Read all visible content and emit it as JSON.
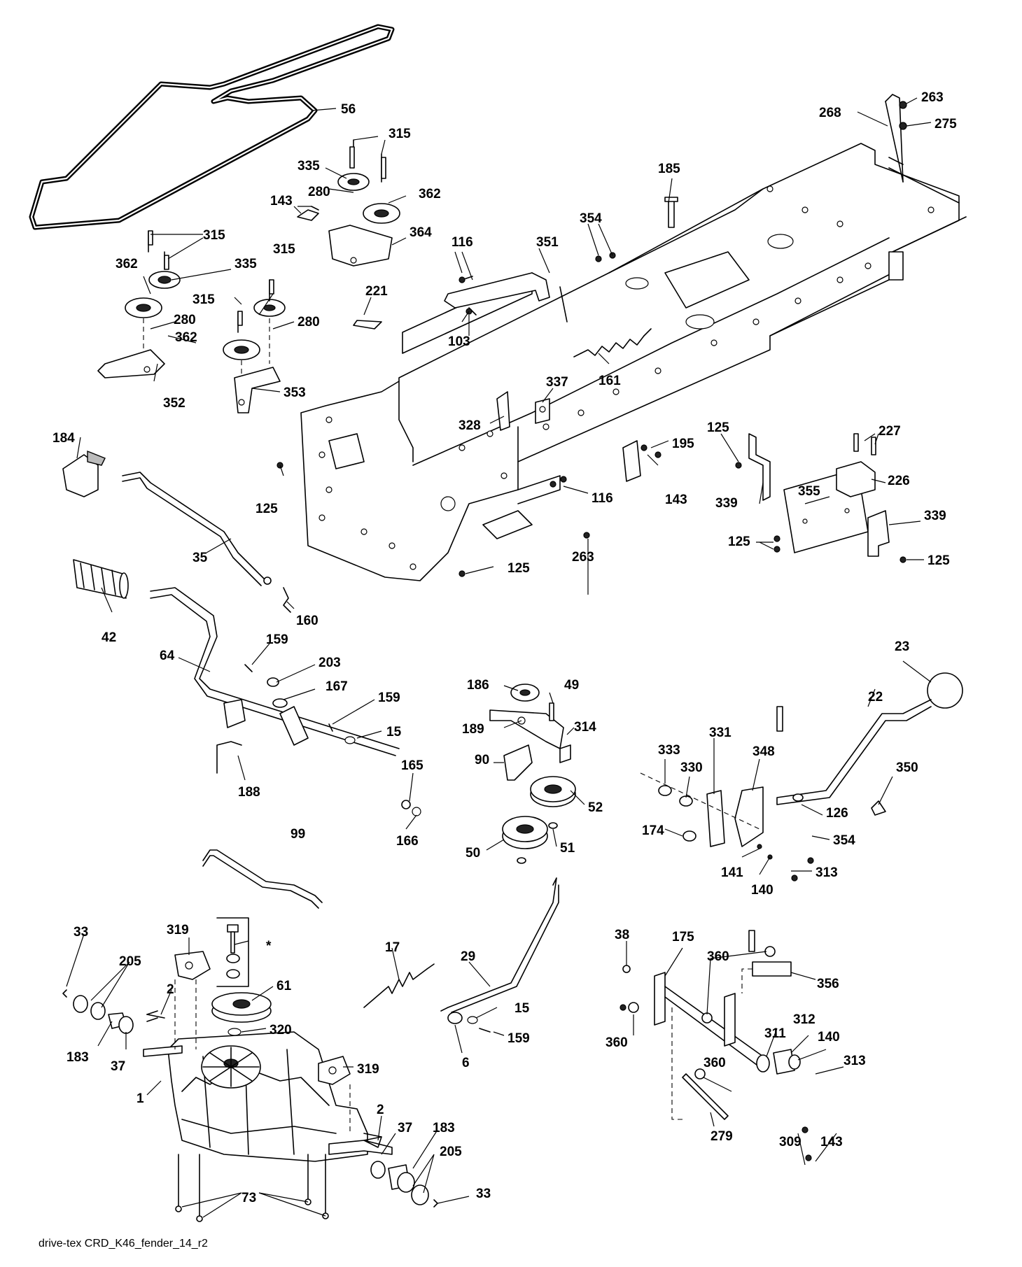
{
  "diagram": {
    "caption": "drive-tex CRD_K46_fender_14_r2",
    "asterisk": "*",
    "callouts": {
      "c56": "56",
      "c315a": "315",
      "c315b": "315",
      "c315c": "315",
      "c315d": "315",
      "c335a": "335",
      "c335b": "335",
      "c280a": "280",
      "c280b": "280",
      "c280c": "280",
      "c362a": "362",
      "c362b": "362",
      "c362c": "362",
      "c143a": "143",
      "c364": "364",
      "c352": "352",
      "c353": "353",
      "c221": "221",
      "c116a": "116",
      "c351": "351",
      "c103": "103",
      "c354a": "354",
      "c185": "185",
      "c268": "268",
      "c263a": "263",
      "c275": "275",
      "c161": "161",
      "c337": "337",
      "c328": "328",
      "c195": "195",
      "c143b": "143",
      "c116b": "116",
      "c263b": "263",
      "c125a": "125",
      "c125b": "125",
      "c125c": "125",
      "c125d": "125",
      "c125e": "125",
      "c339a": "339",
      "c339b": "339",
      "c355": "355",
      "c227": "227",
      "c226": "226",
      "c184": "184",
      "c35": "35",
      "c42": "42",
      "c160": "160",
      "c64": "64",
      "c159a": "159",
      "c203": "203",
      "c167": "167",
      "c159b": "159",
      "c15a": "15",
      "c188": "188",
      "c165": "165",
      "c166": "166",
      "c186": "186",
      "c49": "49",
      "c189": "189",
      "c314": "314",
      "c90": "90",
      "c52": "52",
      "c50": "50",
      "c51": "51",
      "c23": "23",
      "c22": "22",
      "c331": "331",
      "c333": "333",
      "c330": "330",
      "c348": "348",
      "c350": "350",
      "c126": "126",
      "c354b": "354",
      "c174": "174",
      "c141": "141",
      "c140a": "140",
      "c313a": "313",
      "c99": "99",
      "c33a": "33",
      "c205a": "205",
      "c319a": "319",
      "c2a": "2",
      "c61": "61",
      "c183a": "183",
      "c37a": "37",
      "c320": "320",
      "c1": "1",
      "c319b": "319",
      "c2b": "2",
      "c37b": "37",
      "c183b": "183",
      "c205b": "205",
      "c33b": "33",
      "c73": "73",
      "c17": "17",
      "c29": "29",
      "c15b": "15",
      "c159c": "159",
      "c6": "6",
      "c38": "38",
      "c175": "175",
      "c360a": "360",
      "c360b": "360",
      "c360c": "360",
      "c356": "356",
      "c311": "311",
      "c312": "312",
      "c140b": "140",
      "c313b": "313",
      "c279": "279",
      "c309": "309",
      "c143c": "143"
    }
  }
}
